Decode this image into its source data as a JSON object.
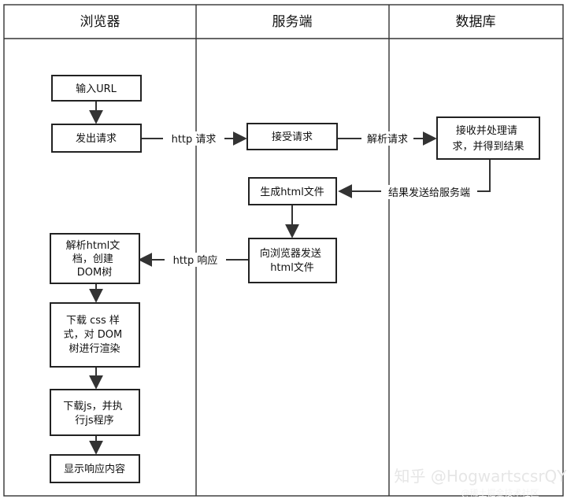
{
  "lanes": [
    {
      "key": "browser",
      "title": "浏览器"
    },
    {
      "key": "server",
      "title": "服务端"
    },
    {
      "key": "database",
      "title": "数据库"
    }
  ],
  "nodes": {
    "input_url": {
      "lines": [
        "输入URL"
      ]
    },
    "send_req": {
      "lines": [
        "发出请求"
      ]
    },
    "accept_req": {
      "lines": [
        "接受请求"
      ]
    },
    "db_process": {
      "lines": [
        "接收并处理请",
        "求，并得到结果"
      ]
    },
    "gen_html": {
      "lines": [
        "生成html文件"
      ]
    },
    "send_html": {
      "lines": [
        "向浏览器发送",
        "html文件"
      ]
    },
    "parse_html": {
      "lines": [
        "解析html文",
        "档，创建",
        "DOM树"
      ]
    },
    "download_css": {
      "lines": [
        "下载 css 样",
        "式，对 DOM",
        "树进行渲染"
      ]
    },
    "download_js": {
      "lines": [
        "下载js，并执",
        "行js程序"
      ]
    },
    "show_content": {
      "lines": [
        "显示响应内容"
      ]
    }
  },
  "edges": {
    "http_request": "http 请求",
    "parse_request": "解析请求",
    "result_back": "结果发送给服务端",
    "http_response": "http 响应"
  },
  "watermark": {
    "primary": "知乎 @HogwartscsrQY",
    "secondary": "@稀土掘金技术社区"
  }
}
